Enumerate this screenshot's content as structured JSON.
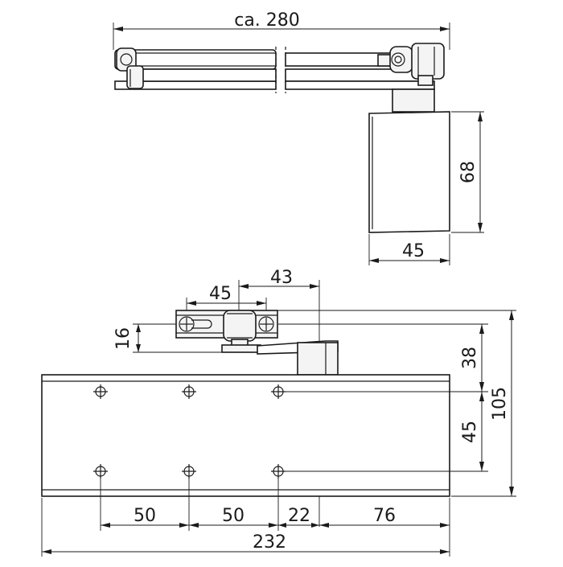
{
  "dimensions": {
    "top_width": "ca. 280",
    "body_height": "68",
    "body_depth": "45",
    "bracket_width": "45",
    "arm_offset": "43",
    "bracket_height": "16",
    "bracket_to_holes": "38",
    "hole_spacing_v": "45",
    "overall_height": "105",
    "hole_spacing_h1": "50",
    "hole_spacing_h2": "50",
    "axis_offset": "22",
    "axis_to_end": "76",
    "overall_length": "232"
  }
}
